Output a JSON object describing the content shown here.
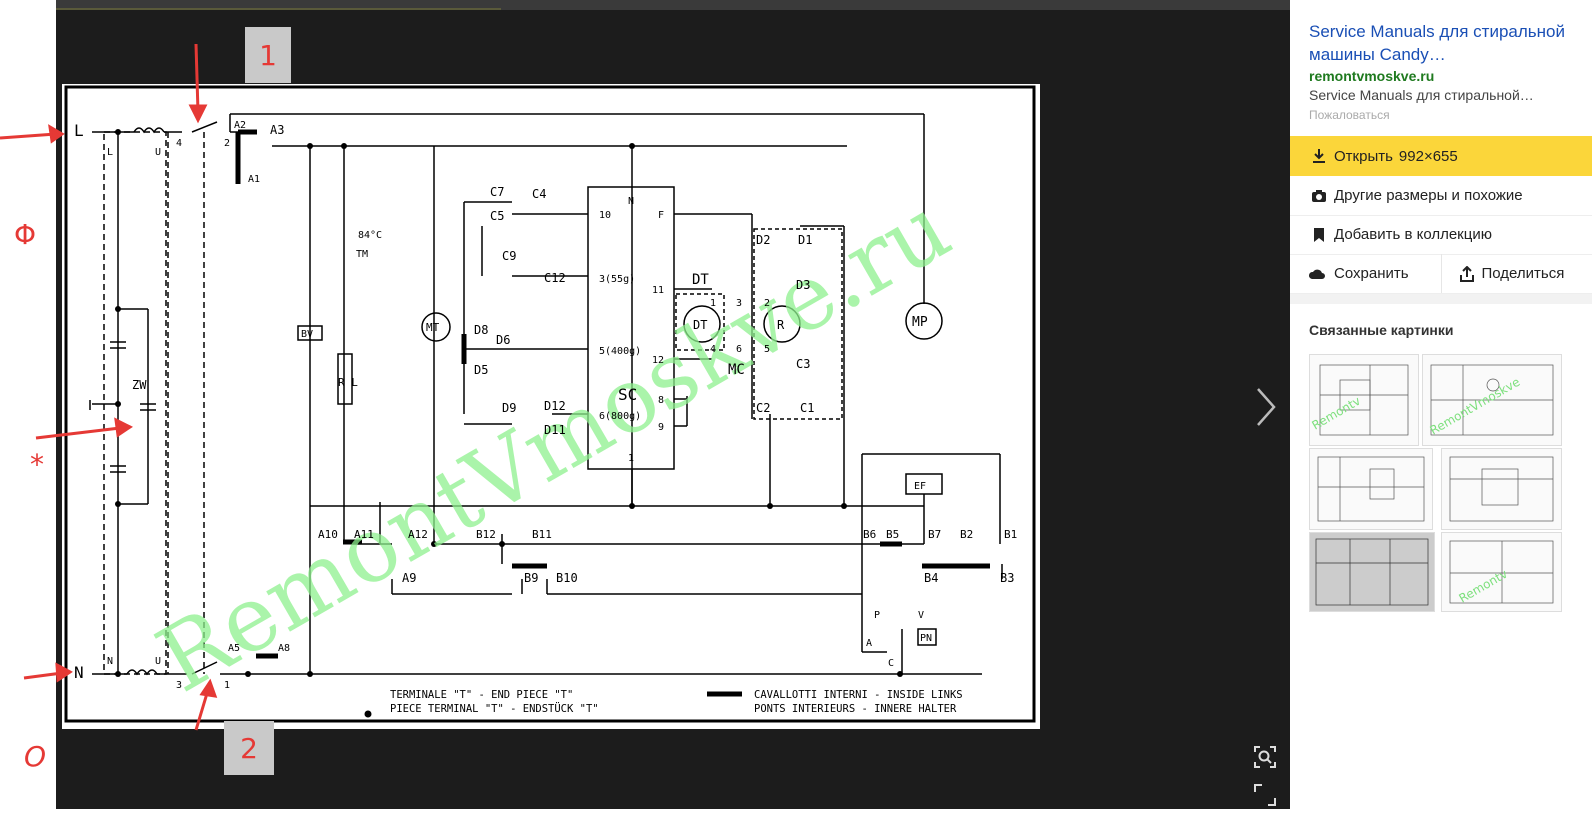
{
  "viewer": {
    "diagram": {
      "labels": {
        "L": "L",
        "N": "N",
        "A1": "A1",
        "A2": "A2",
        "A3": "A3",
        "A5": "A5",
        "A8": "A8",
        "A9": "A9",
        "A10": "A10",
        "A11": "A11",
        "A12": "A12",
        "B1": "B1",
        "B2": "B2",
        "B3": "B3",
        "B4": "B4",
        "B5": "B5",
        "B6": "B6",
        "B7": "B7",
        "B9": "B9",
        "B10": "B10",
        "B11": "B11",
        "B12": "B12",
        "C1": "C1",
        "C2": "C2",
        "C3": "C3",
        "C4": "C4",
        "C5": "C5",
        "C7": "C7",
        "C9": "C9",
        "C12": "C12",
        "D1": "D1",
        "D2": "D2",
        "D3": "D3",
        "D5": "D5",
        "D6": "D6",
        "D8": "D8",
        "D9": "D9",
        "D11": "D11",
        "D12": "D12",
        "temp": "84°C",
        "TM": "TM",
        "BV": "BV",
        "MT": "MT",
        "MP": "MP",
        "RL": "R L",
        "ZW": "ZW",
        "DT_motor": "DT",
        "DT_label": "DT",
        "R_motor": "R",
        "SC": "SC",
        "MC": "MC",
        "EF": "EF",
        "PN": "PN",
        "P": "P",
        "A": "A",
        "V": "V",
        "C": "C",
        "prog_10": "10",
        "prog_3": "3(55g)",
        "prog_5": "5(400g)",
        "prog_6": "6(800g)",
        "pin_N": "N",
        "pin_F": "F",
        "pin_11": "11",
        "pin_12": "12",
        "pin_8": "8",
        "pin_9": "9",
        "pin_1": "1",
        "sw_4": "4",
        "sw_2": "2",
        "sw_3": "3",
        "sw_1": "1",
        "u_top": "U",
        "l_top": "L",
        "n_bot": "N",
        "u_bot": "U",
        "m1": "1",
        "m2": "2",
        "m3": "3",
        "m4": "4",
        "m5": "5",
        "m6": "6"
      },
      "legend": {
        "terminal_line1": "TERMINALE \"T\"    - END PIECE \"T\"",
        "terminal_line2": "PIECE TERMINAL \"T\" - ENDSTÜCK \"T\"",
        "links_line1": "CAVALLOTTI INTERNI - INSIDE LINKS",
        "links_line2": "PONTS INTERIEURS - INNERE HALTER"
      },
      "watermark": "RemontVmoskve.ru"
    },
    "annotations": {
      "box_1": "1",
      "box_2": "2",
      "phi": "Φ",
      "star": "*",
      "zero": "O"
    }
  },
  "sidebar": {
    "title": "Service Manuals для стиральной машины Candy…",
    "domain": "remontvmoskve.ru",
    "description": "Service Manuals для стиральной…",
    "complain": "Пожаловаться",
    "open_label": "Открыть",
    "open_size": "992×655",
    "other_sizes": "Другие размеры и похожие",
    "add_collection": "Добавить в коллекцию",
    "save": "Сохранить",
    "share": "Поделиться",
    "related_title": "Связанные картинки"
  },
  "colors": {
    "accent_yellow": "#fbd63a",
    "link_blue": "#1a4fb5",
    "domain_green": "#1f7a1f",
    "annotation_red": "#e53935",
    "watermark_green": "#8ef08e"
  }
}
